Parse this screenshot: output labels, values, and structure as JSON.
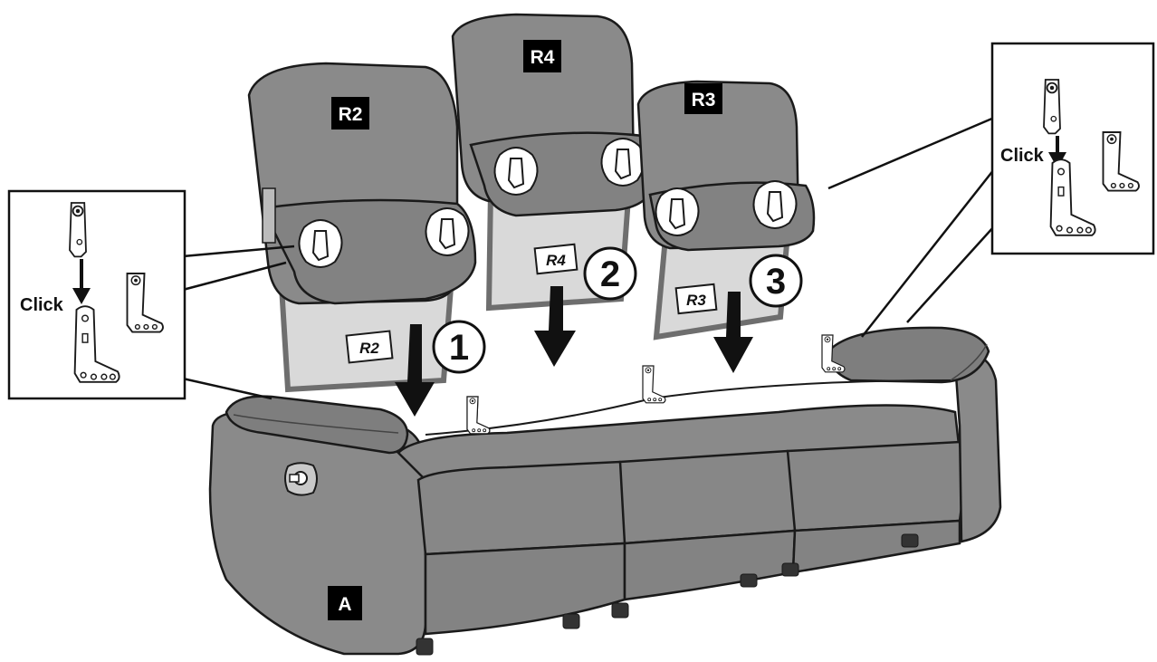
{
  "parts": {
    "back_left_tag": "R2",
    "back_middle_tag": "R4",
    "back_right_tag": "R3",
    "sofa_tag": "A",
    "label_left": "R2",
    "label_middle": "R4",
    "label_right": "R3"
  },
  "steps": [
    "1",
    "2",
    "3"
  ],
  "callouts": {
    "left_click": "Click",
    "right_click": "Click"
  },
  "colors": {
    "upholstery": "#8a8a8a",
    "upholstery_dark": "#6e6e6e",
    "panel_light": "#d9d9d9",
    "outline": "#1a1a1a",
    "tag_bg": "#000000"
  }
}
